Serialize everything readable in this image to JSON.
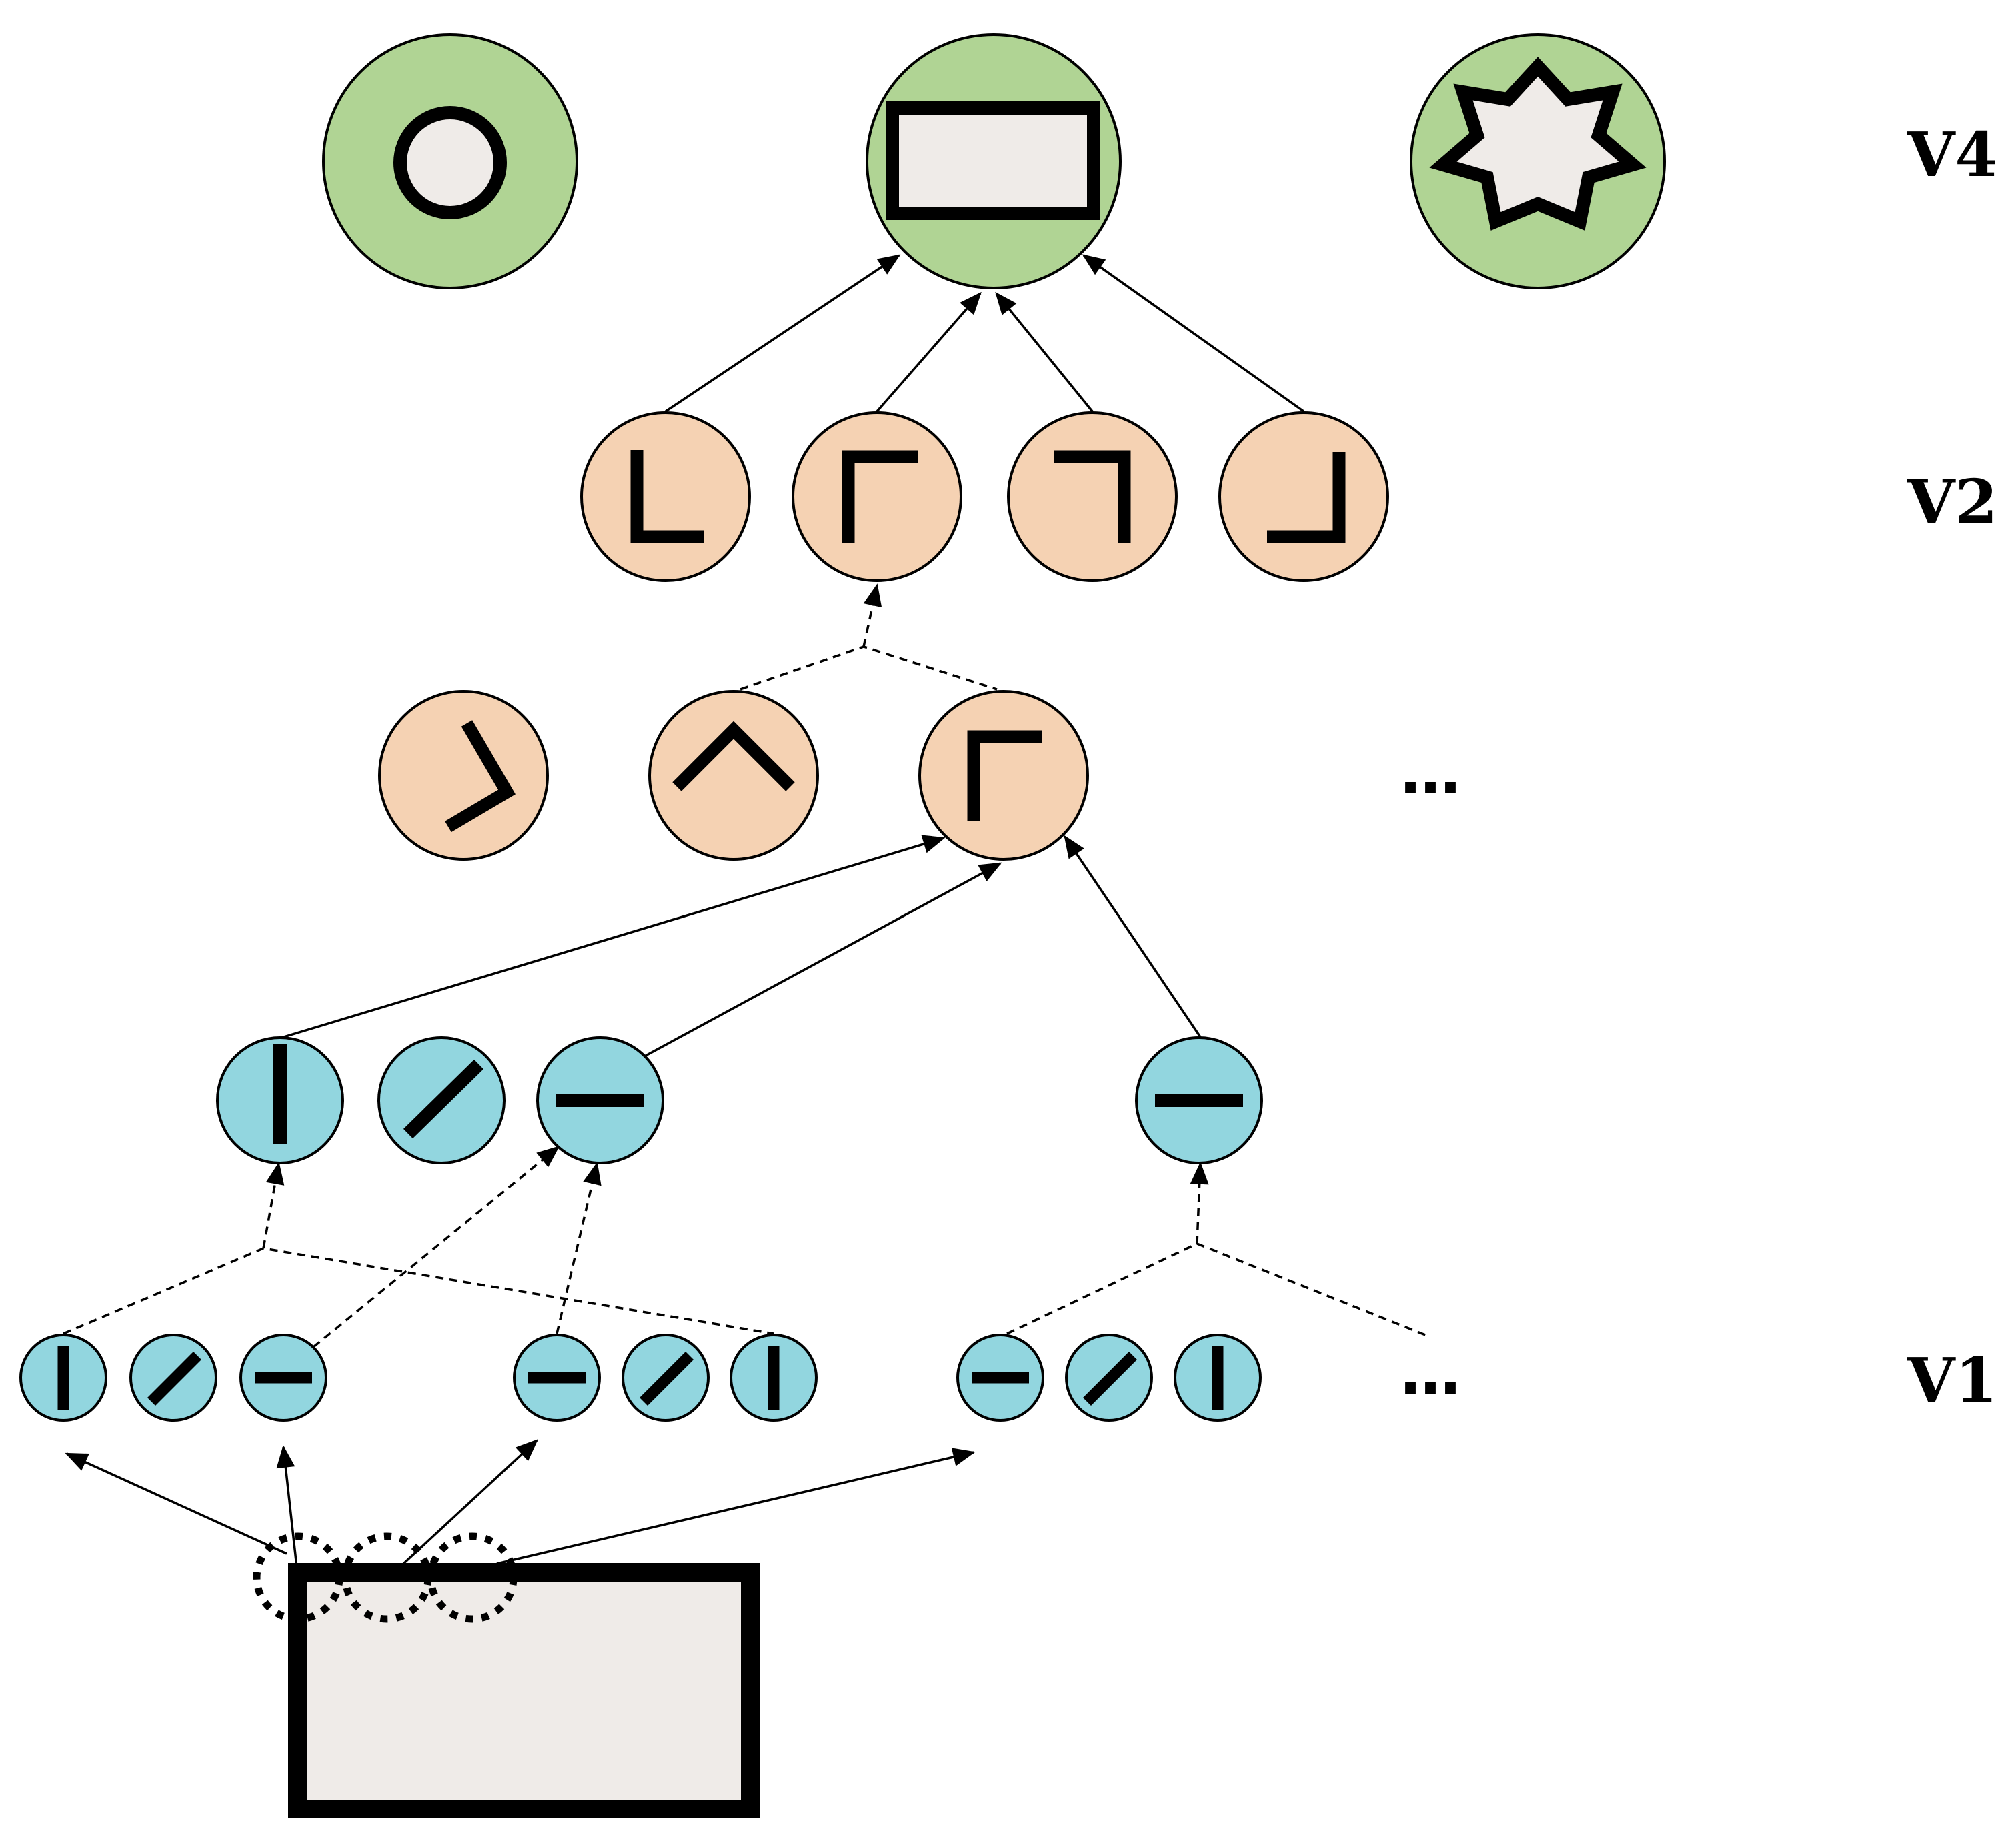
{
  "layers": [
    {
      "id": "V4",
      "label": "V4",
      "color": "#b0d494"
    },
    {
      "id": "V2",
      "label": "V2",
      "color": "#f5d2b3"
    },
    {
      "id": "V1",
      "label": "V1",
      "color": "#92d6df"
    }
  ],
  "ellipses": [
    "…",
    "…"
  ],
  "v4_cells": [
    {
      "shape": "circle-icon"
    },
    {
      "shape": "rectangle-icon"
    },
    {
      "shape": "star-icon"
    }
  ],
  "v2_upper_cells": [
    {
      "shape": "corner-bottom-left-icon"
    },
    {
      "shape": "corner-top-left-icon"
    },
    {
      "shape": "corner-top-right-icon"
    },
    {
      "shape": "corner-bottom-right-icon"
    }
  ],
  "v2_lower_cells": [
    {
      "shape": "angle-right-icon"
    },
    {
      "shape": "angle-up-icon"
    },
    {
      "shape": "corner-top-left-icon"
    }
  ],
  "v1_complex_cells": [
    {
      "orientation": "vertical"
    },
    {
      "orientation": "diagonal"
    },
    {
      "orientation": "horizontal"
    },
    {
      "orientation": "horizontal"
    }
  ],
  "v1_simple_cells": [
    {
      "orientation": "vertical"
    },
    {
      "orientation": "diagonal"
    },
    {
      "orientation": "horizontal"
    },
    {
      "orientation": "horizontal"
    },
    {
      "orientation": "diagonal"
    },
    {
      "orientation": "vertical"
    },
    {
      "orientation": "horizontal"
    },
    {
      "orientation": "diagonal"
    },
    {
      "orientation": "vertical"
    }
  ],
  "stimulus": {
    "shape": "rectangle",
    "fill": "#efebe8"
  },
  "glyph_fill": "#efebe8"
}
